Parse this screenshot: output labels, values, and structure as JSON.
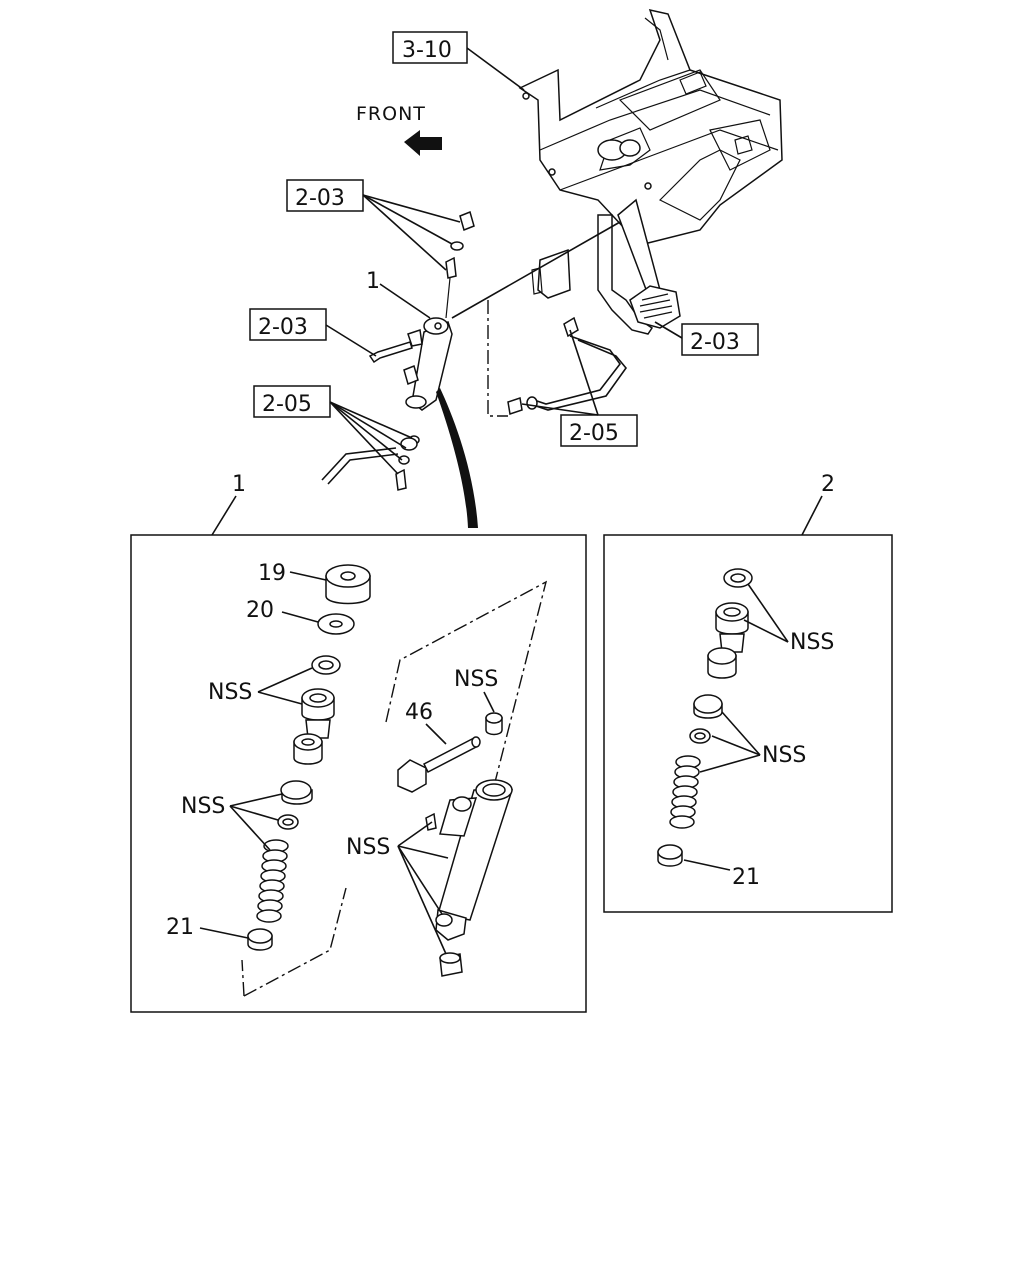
{
  "orientation": {
    "front_label": "FRONT"
  },
  "refs": {
    "pedal_bracket": "3-10",
    "push_rod_nut": "2-03",
    "mounting_bolt": "2-03",
    "pedal": "2-03",
    "hose_fittings": "2-05",
    "pipe_fittings": "2-05"
  },
  "callouts": {
    "item1_top": "1",
    "detail1": "1",
    "detail2": "2"
  },
  "detail1": {
    "part19": "19",
    "part20": "20",
    "nss_seal_kit": "NSS",
    "nss_spring_kit": "NSS",
    "nss_cap": "NSS",
    "part46": "46",
    "nss_body": "NSS",
    "part21": "21"
  },
  "detail2": {
    "nss_piston_kit": "NSS",
    "nss_spring_kit": "NSS",
    "part21": "21"
  },
  "colors": {
    "ink": "#111111",
    "paper": "#ffffff"
  }
}
